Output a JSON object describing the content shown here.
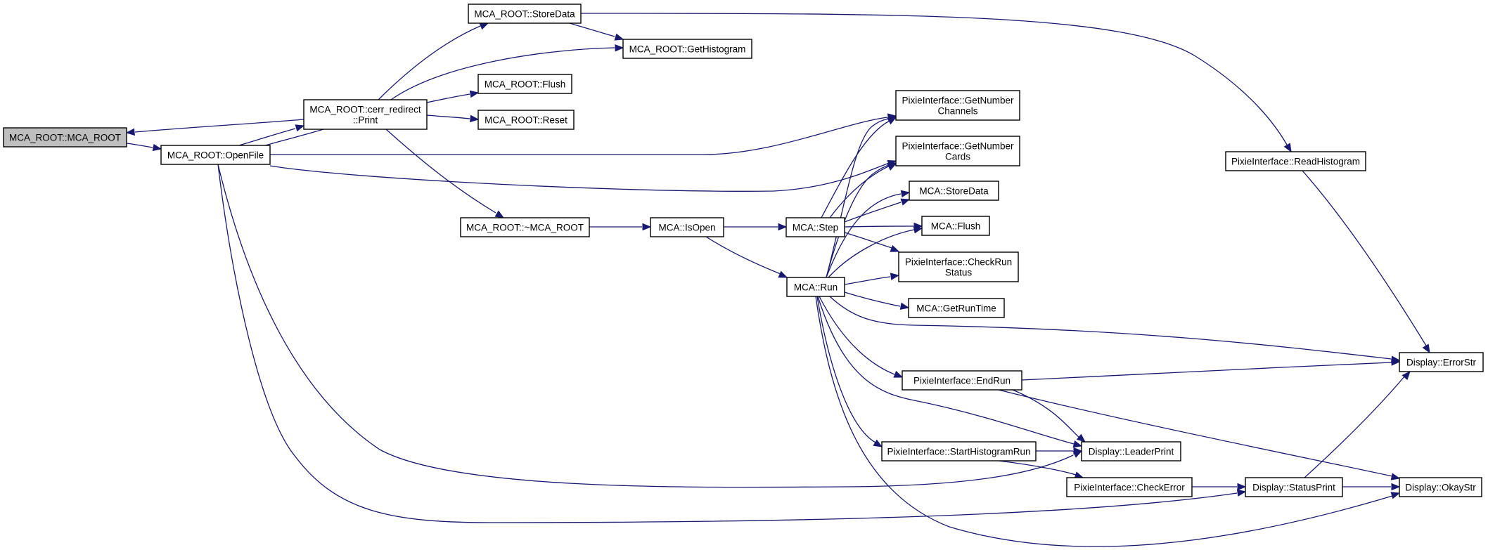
{
  "diagram": {
    "type": "call-graph",
    "edge_color": "#191970",
    "root_fill": "#bfbfbf",
    "nodes": [
      {
        "id": "mca_root_ctor",
        "lines": [
          "MCA_ROOT::MCA_ROOT"
        ],
        "root": true
      },
      {
        "id": "openfile",
        "lines": [
          "MCA_ROOT::OpenFile"
        ]
      },
      {
        "id": "cerr_print",
        "lines": [
          "MCA_ROOT::cerr_redirect",
          "::Print"
        ]
      },
      {
        "id": "root_storedata",
        "lines": [
          "MCA_ROOT::StoreData"
        ]
      },
      {
        "id": "gethistogram",
        "lines": [
          "MCA_ROOT::GetHistogram"
        ]
      },
      {
        "id": "root_flush",
        "lines": [
          "MCA_ROOT::Flush"
        ]
      },
      {
        "id": "root_reset",
        "lines": [
          "MCA_ROOT::Reset"
        ]
      },
      {
        "id": "root_dtor",
        "lines": [
          "MCA_ROOT::~MCA_ROOT"
        ]
      },
      {
        "id": "isopen",
        "lines": [
          "MCA::IsOpen"
        ]
      },
      {
        "id": "step",
        "lines": [
          "MCA::Step"
        ]
      },
      {
        "id": "run",
        "lines": [
          "MCA::Run"
        ]
      },
      {
        "id": "getnumchannels",
        "lines": [
          "PixieInterface::GetNumber",
          "Channels"
        ]
      },
      {
        "id": "getnumcards",
        "lines": [
          "PixieInterface::GetNumber",
          "Cards"
        ]
      },
      {
        "id": "mca_storedata",
        "lines": [
          "MCA::StoreData"
        ]
      },
      {
        "id": "mca_flush",
        "lines": [
          "MCA::Flush"
        ]
      },
      {
        "id": "checkrunstatus",
        "lines": [
          "PixieInterface::CheckRun",
          "Status"
        ]
      },
      {
        "id": "getruntime",
        "lines": [
          "MCA::GetRunTime"
        ]
      },
      {
        "id": "endrun",
        "lines": [
          "PixieInterface::EndRun"
        ]
      },
      {
        "id": "starthistrun",
        "lines": [
          "PixieInterface::StartHistogramRun"
        ]
      },
      {
        "id": "checkerror",
        "lines": [
          "PixieInterface::CheckError"
        ]
      },
      {
        "id": "readhistogram",
        "lines": [
          "PixieInterface::ReadHistogram"
        ]
      },
      {
        "id": "leaderprint",
        "lines": [
          "Display::LeaderPrint"
        ]
      },
      {
        "id": "statusprint",
        "lines": [
          "Display::StatusPrint"
        ]
      },
      {
        "id": "errorstr",
        "lines": [
          "Display::ErrorStr"
        ]
      },
      {
        "id": "okaystr",
        "lines": [
          "Display::OkayStr"
        ]
      }
    ],
    "edges": [
      {
        "from": "cerr_print",
        "to": "mca_root_ctor"
      },
      {
        "from": "mca_root_ctor",
        "to": "openfile"
      },
      {
        "from": "openfile",
        "to": "cerr_print"
      },
      {
        "from": "cerr_print",
        "to": "openfile"
      },
      {
        "from": "openfile",
        "to": "getnumchannels"
      },
      {
        "from": "openfile",
        "to": "getnumcards"
      },
      {
        "from": "openfile",
        "to": "leaderprint"
      },
      {
        "from": "openfile",
        "to": "statusprint"
      },
      {
        "from": "cerr_print",
        "to": "root_storedata"
      },
      {
        "from": "cerr_print",
        "to": "gethistogram"
      },
      {
        "from": "cerr_print",
        "to": "root_flush"
      },
      {
        "from": "cerr_print",
        "to": "root_reset"
      },
      {
        "from": "cerr_print",
        "to": "root_dtor"
      },
      {
        "from": "root_storedata",
        "to": "gethistogram"
      },
      {
        "from": "root_storedata",
        "to": "readhistogram"
      },
      {
        "from": "root_dtor",
        "to": "isopen"
      },
      {
        "from": "isopen",
        "to": "step"
      },
      {
        "from": "isopen",
        "to": "run"
      },
      {
        "from": "step",
        "to": "getnumchannels"
      },
      {
        "from": "step",
        "to": "getnumcards"
      },
      {
        "from": "step",
        "to": "mca_storedata"
      },
      {
        "from": "step",
        "to": "mca_flush"
      },
      {
        "from": "step",
        "to": "checkrunstatus"
      },
      {
        "from": "run",
        "to": "getnumchannels"
      },
      {
        "from": "run",
        "to": "getnumcards"
      },
      {
        "from": "run",
        "to": "mca_storedata"
      },
      {
        "from": "run",
        "to": "mca_flush"
      },
      {
        "from": "run",
        "to": "checkrunstatus"
      },
      {
        "from": "run",
        "to": "getruntime"
      },
      {
        "from": "run",
        "to": "errorstr"
      },
      {
        "from": "run",
        "to": "endrun"
      },
      {
        "from": "run",
        "to": "leaderprint"
      },
      {
        "from": "run",
        "to": "starthistrun"
      },
      {
        "from": "run",
        "to": "okaystr"
      },
      {
        "from": "readhistogram",
        "to": "errorstr"
      },
      {
        "from": "endrun",
        "to": "errorstr"
      },
      {
        "from": "endrun",
        "to": "leaderprint"
      },
      {
        "from": "endrun",
        "to": "okaystr"
      },
      {
        "from": "starthistrun",
        "to": "leaderprint"
      },
      {
        "from": "starthistrun",
        "to": "checkerror"
      },
      {
        "from": "checkerror",
        "to": "statusprint"
      },
      {
        "from": "statusprint",
        "to": "errorstr"
      },
      {
        "from": "statusprint",
        "to": "okaystr"
      }
    ]
  }
}
